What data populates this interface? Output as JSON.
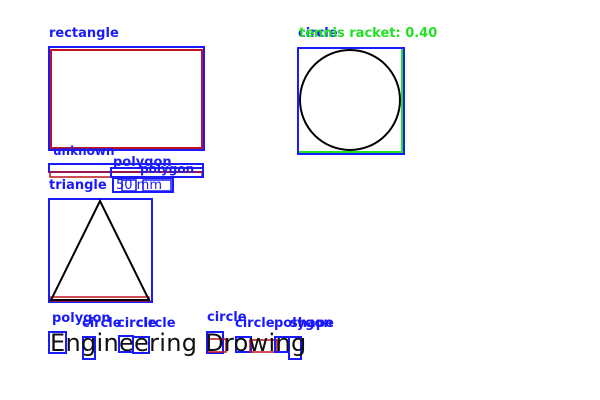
{
  "labels": {
    "rectangle": "rectangle",
    "circle_top": "circle",
    "tennis_racket": "tennis racket: 0.40",
    "unknown": "unknown",
    "polygon_mid": "polygon",
    "polygon_mid2": "polygon",
    "triangle": "triangle",
    "value_box": "50 mm",
    "polygon_bottom": "polygon",
    "circle_b1": "circle",
    "circle_b2": "circle",
    "circle_b3": "circle",
    "circle_b4": "circle",
    "circle_b5": "circle",
    "polygon_b2": "polygon",
    "shape_b6": "shape"
  },
  "drawing_text": "Engineering Drowing",
  "colors": {
    "detection_box": "#1a1aff",
    "shape_outline": "#c0121f",
    "score_label": "#22e022",
    "drawing_line": "#000000"
  }
}
